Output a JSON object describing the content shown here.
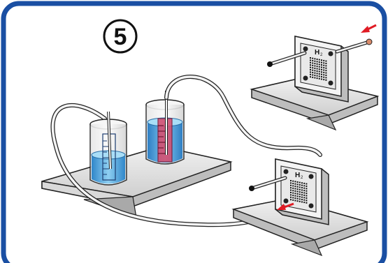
{
  "step": {
    "number": "5"
  },
  "cells": {
    "top": {
      "label": "H"
    },
    "bottom": {
      "label": "H"
    }
  },
  "colors": {
    "frame": "#1a4fa3",
    "water": "#3f9ed9",
    "arrow": "#e01b24",
    "red_liquid": "#d94a6b"
  }
}
